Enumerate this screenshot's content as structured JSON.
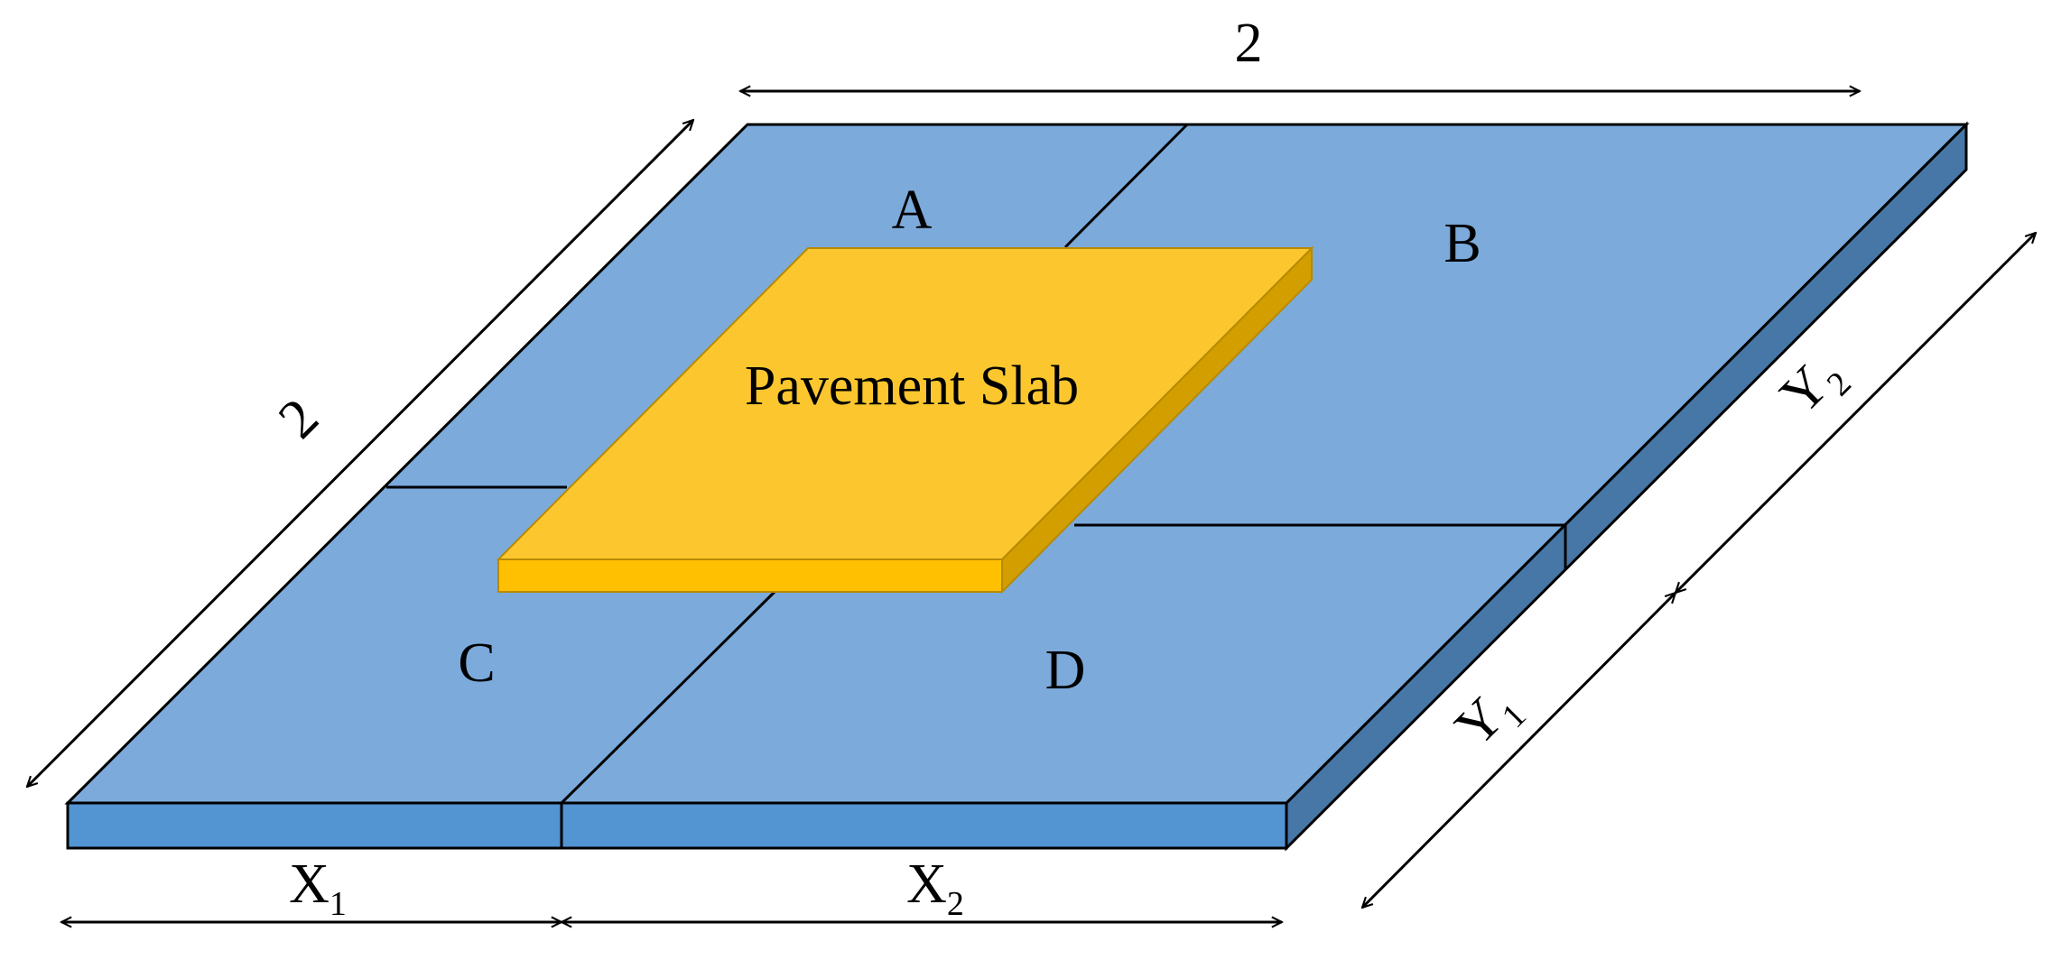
{
  "colors": {
    "panel_top": "#7BAADB",
    "panel_front": "#5394D3",
    "panel_side": "#4677A6",
    "slab_top": "#FCC72E",
    "slab_front": "#FEC000",
    "slab_side": "#D29E00",
    "outline": "#000000"
  },
  "regions": {
    "A": "A",
    "B": "B",
    "C": "C",
    "D": "D"
  },
  "slab": {
    "label": "Pavement Slab"
  },
  "dimensions": {
    "top": "2",
    "left": "2",
    "x1": {
      "base": "X",
      "sub": "1"
    },
    "x2": {
      "base": "X",
      "sub": "2"
    },
    "y1": {
      "base": "Y",
      "sub": "1"
    },
    "y2": {
      "base": "Y",
      "sub": "2"
    }
  }
}
